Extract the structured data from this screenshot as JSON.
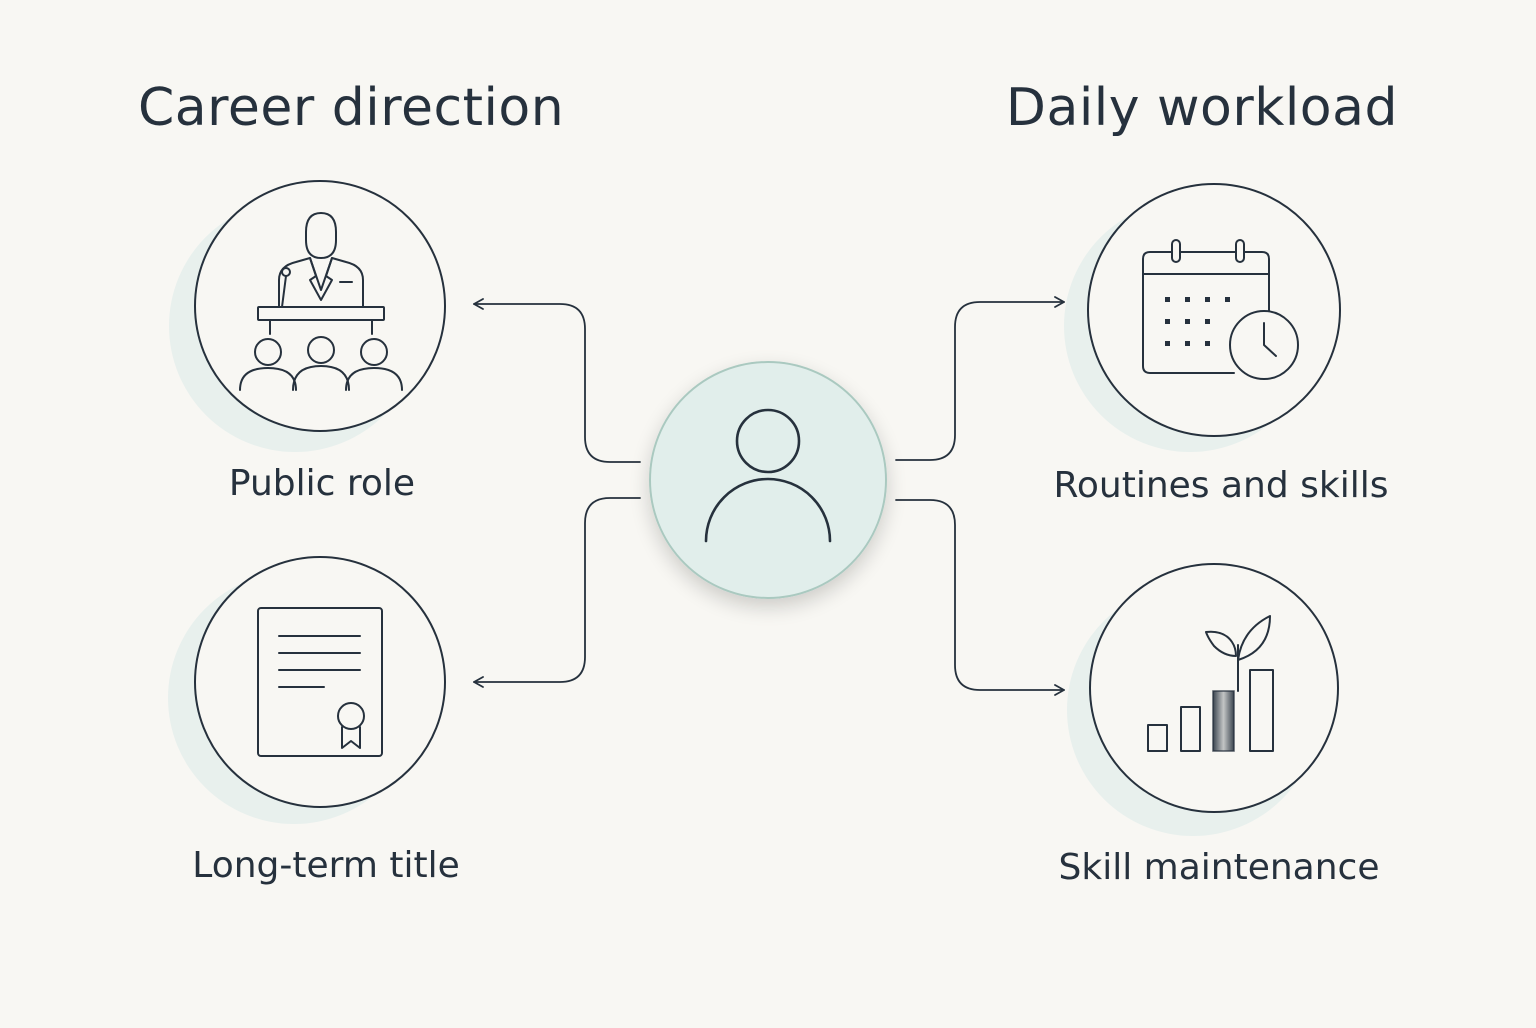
{
  "background_color": "#f8f7f3",
  "ink_color": "#26313d",
  "accent_fill": "#e1eeeb",
  "halo_color": "#e8f0ed",
  "left_column": {
    "heading": "Career direction",
    "nodes": [
      {
        "label": "Public role",
        "icon": "podium-audience-icon"
      },
      {
        "label": "Long-term title",
        "icon": "certificate-icon"
      }
    ]
  },
  "right_column": {
    "heading": "Daily workload",
    "nodes": [
      {
        "label": "Routines and skills",
        "icon": "calendar-clock-icon"
      },
      {
        "label": "Skill maintenance",
        "icon": "growth-chart-icon"
      }
    ]
  },
  "center": {
    "icon": "person-icon"
  }
}
